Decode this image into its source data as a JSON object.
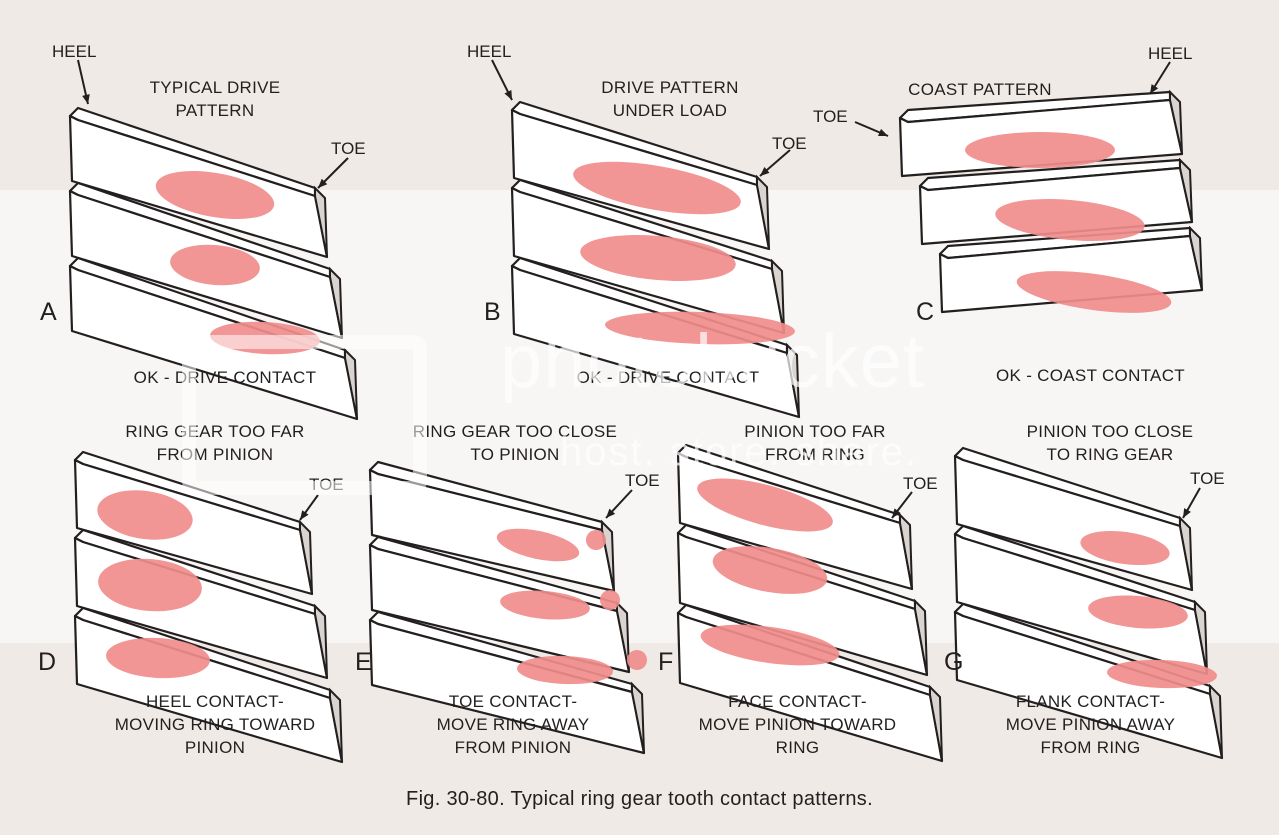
{
  "figure": {
    "caption": "Fig. 30-80.  Typical ring gear tooth contact patterns.",
    "watermark": [
      "photobucket",
      "host. store. share."
    ]
  },
  "panels": [
    {
      "letter": "A",
      "title": "TYPICAL DRIVE\nPATTERN",
      "bottom": "OK - DRIVE CONTACT",
      "heel_label": "HEEL",
      "toe_label": "TOE"
    },
    {
      "letter": "B",
      "title": "DRIVE PATTERN\nUNDER LOAD",
      "bottom": "OK - DRIVE CONTACT",
      "heel_label": "HEEL",
      "toe_label": "TOE"
    },
    {
      "letter": "C",
      "title": "COAST PATTERN",
      "bottom": "OK - COAST CONTACT",
      "heel_label": "HEEL",
      "toe_label": "TOE"
    },
    {
      "letter": "D",
      "title": "RING GEAR TOO FAR\nFROM PINION",
      "bottom": "HEEL CONTACT-\nMOVING RING TOWARD\nPINION",
      "toe_label": "TOE"
    },
    {
      "letter": "E",
      "title": "RING GEAR TOO CLOSE\nTO PINION",
      "bottom": "TOE CONTACT-\nMOVE RING AWAY\nFROM PINION",
      "toe_label": "TOE"
    },
    {
      "letter": "F",
      "title": "PINION TOO FAR\nFROM RING",
      "bottom": "FACE CONTACT-\nMOVE PINION TOWARD\nRING",
      "toe_label": "TOE"
    },
    {
      "letter": "G",
      "title": "PINION TOO CLOSE\nTO RING GEAR",
      "bottom": "FLANK CONTACT-\nMOVE PINION AWAY\nFROM RING",
      "toe_label": "TOE"
    }
  ],
  "colors": {
    "contact": "#f08c8c",
    "ink": "#231f1f",
    "paper": "#efeae6",
    "tooth": "#ffffff"
  }
}
